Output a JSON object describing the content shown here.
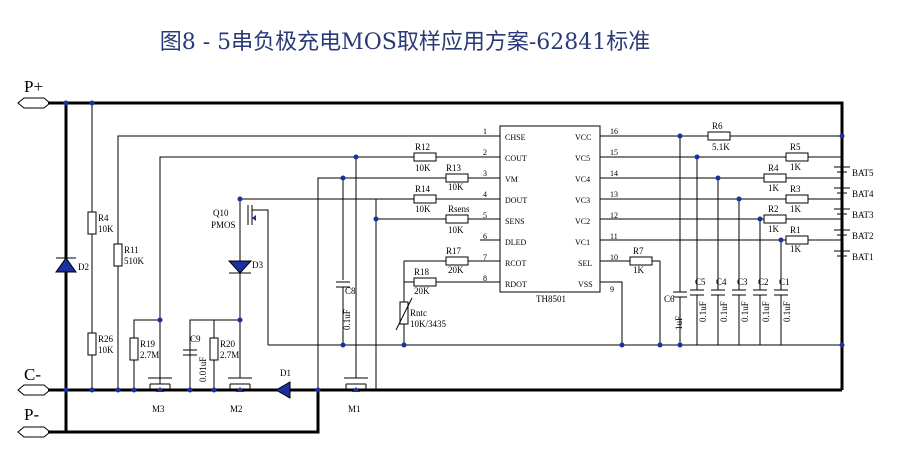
{
  "title": "图8 - 5串负极充电MOS取样应用方案-62841标准",
  "terminals": {
    "p_plus": "P+",
    "c_minus": "C-",
    "p_minus": "P-"
  },
  "ic": {
    "name": "TH8501",
    "left_pins": [
      {
        "num": "1",
        "name": "CHSE"
      },
      {
        "num": "2",
        "name": "COUT"
      },
      {
        "num": "3",
        "name": "VM"
      },
      {
        "num": "4",
        "name": "DOUT"
      },
      {
        "num": "5",
        "name": "SENS"
      },
      {
        "num": "6",
        "name": "DLED"
      },
      {
        "num": "7",
        "name": "RCOT"
      },
      {
        "num": "8",
        "name": "RDOT"
      }
    ],
    "right_pins": [
      {
        "num": "16",
        "name": "VCC"
      },
      {
        "num": "15",
        "name": "VC5"
      },
      {
        "num": "14",
        "name": "VC4"
      },
      {
        "num": "13",
        "name": "VC3"
      },
      {
        "num": "12",
        "name": "VC2"
      },
      {
        "num": "11",
        "name": "VC1"
      },
      {
        "num": "10",
        "name": "SEL"
      },
      {
        "num": "9",
        "name": "VSS"
      }
    ]
  },
  "components": {
    "R12": {
      "ref": "R12",
      "value": "10K"
    },
    "R13": {
      "ref": "R13",
      "value": "10K"
    },
    "R14": {
      "ref": "R14",
      "value": "10K"
    },
    "Rsens": {
      "ref": "Rsens",
      "value": "10K"
    },
    "R17": {
      "ref": "R17",
      "value": "20K"
    },
    "R18": {
      "ref": "R18",
      "value": "20K"
    },
    "Rntc": {
      "ref": "Rntc",
      "value": "10K/3435"
    },
    "R4L": {
      "ref": "R4",
      "value": "10K"
    },
    "R11": {
      "ref": "R11",
      "value": "510K"
    },
    "R26": {
      "ref": "R26",
      "value": "10K"
    },
    "R19": {
      "ref": "R19",
      "value": "2.7M"
    },
    "R20": {
      "ref": "R20",
      "value": "2.7M"
    },
    "C9": {
      "ref": "C9",
      "value": "0.01uF"
    },
    "C8": {
      "ref": "C8",
      "value": "0.1uF"
    },
    "R6": {
      "ref": "R6",
      "value": "5.1K"
    },
    "R5": {
      "ref": "R5",
      "value": "1K"
    },
    "R4R": {
      "ref": "R4",
      "value": "1K"
    },
    "R3": {
      "ref": "R3",
      "value": "1K"
    },
    "R2": {
      "ref": "R2",
      "value": "1K"
    },
    "R1": {
      "ref": "R1",
      "value": "1K"
    },
    "R7": {
      "ref": "R7",
      "value": "1K"
    },
    "C6": {
      "ref": "C6",
      "value": "1uF"
    },
    "C5": {
      "ref": "C5",
      "value": "0.1uF"
    },
    "C4": {
      "ref": "C4",
      "value": "0.1uF"
    },
    "C3": {
      "ref": "C3",
      "value": "0.1uF"
    },
    "C2": {
      "ref": "C2",
      "value": "0.1uF"
    },
    "C1": {
      "ref": "C1",
      "value": "0.1uF"
    },
    "Q10": {
      "ref": "Q10",
      "value": "PMOS"
    },
    "D1": {
      "ref": "D1"
    },
    "D2": {
      "ref": "D2"
    },
    "D3": {
      "ref": "D3"
    },
    "M1": {
      "ref": "M1"
    },
    "M2": {
      "ref": "M2"
    },
    "M3": {
      "ref": "M3"
    }
  },
  "batteries": [
    "BAT5",
    "BAT4",
    "BAT3",
    "BAT2",
    "BAT1"
  ],
  "colors": {
    "title": "#2a3a78",
    "junction": "#1a2fa0",
    "wire": "#000000"
  }
}
